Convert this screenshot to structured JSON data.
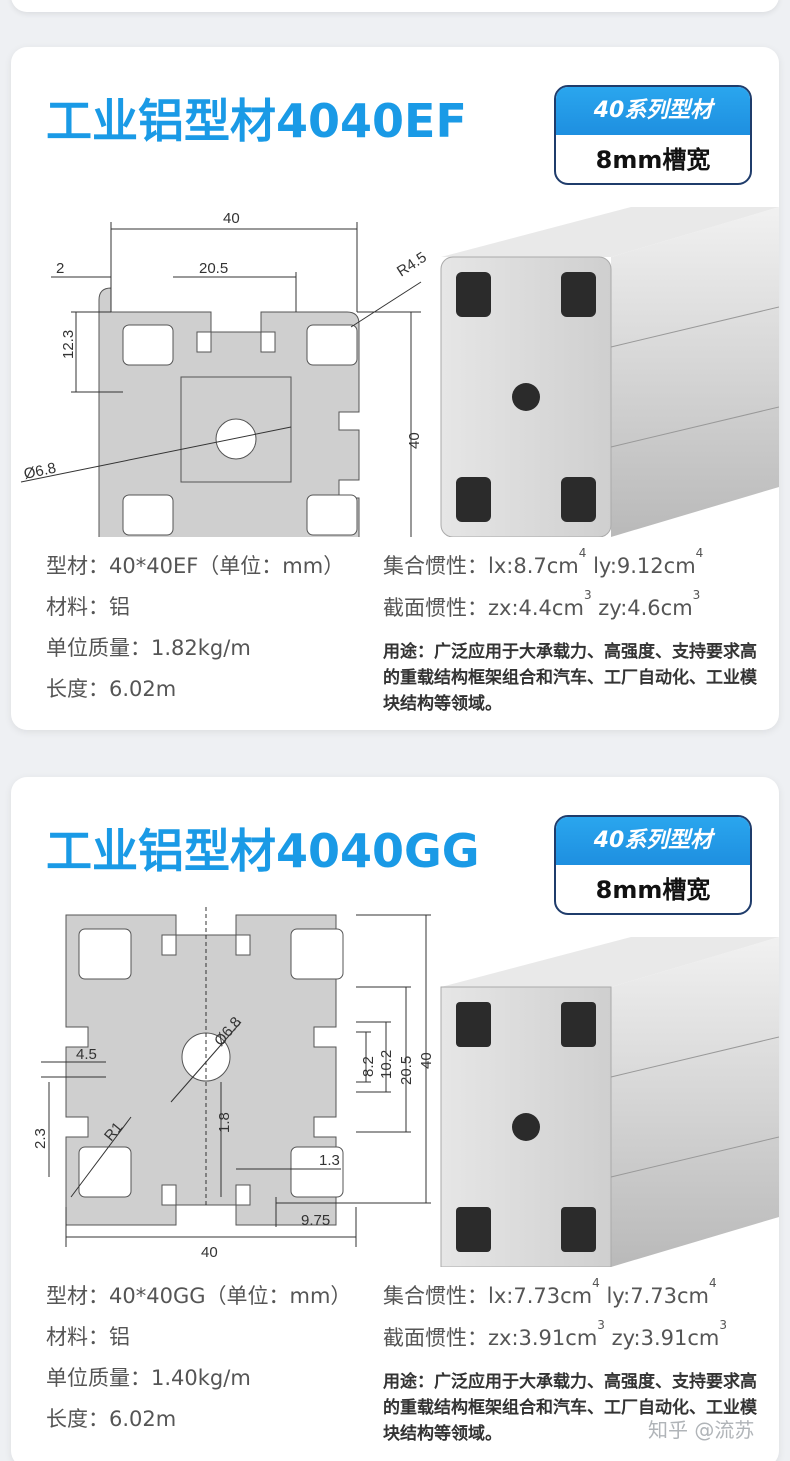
{
  "cards": [
    {
      "title": "工业铝型材4040EF",
      "badge_top": "40系列型材",
      "badge_bottom": "8mm槽宽",
      "specs": {
        "model_label": "型材：",
        "model_value": "40*40EF（单位：mm）",
        "material_label": "材料：",
        "material_value": "铝",
        "mass_label": "单位质量：",
        "mass_value": "1.82kg/m",
        "length_label": "长度：",
        "length_value": "6.02m",
        "inertia_label": "集合惯性：",
        "ix": "lx:8.7cm",
        "iy": "ly:9.12cm",
        "inertia_exp": "4",
        "section_label": "截面惯性：",
        "zx": "zx:4.4cm",
        "zy": "zy:4.6cm",
        "section_exp": "3",
        "usage": "用途：广泛应用于大承载力、高强度、支持要求高的重载结构框架组合和汽车、工厂自动化、工业模块结构等领域。"
      },
      "dims": {
        "width_top": "40",
        "left_gap": "2",
        "inner": "20.5",
        "radius": "R4.5",
        "h1": "12.3",
        "hole": "Ø6.8",
        "height": "40"
      }
    },
    {
      "title": "工业铝型材4040GG",
      "badge_top": "40系列型材",
      "badge_bottom": "8mm槽宽",
      "specs": {
        "model_label": "型材：",
        "model_value": "40*40GG（单位：mm）",
        "material_label": "材料：",
        "material_value": "铝",
        "mass_label": "单位质量：",
        "mass_value": "1.40kg/m",
        "length_label": "长度：",
        "length_value": "6.02m",
        "inertia_label": "集合惯性：",
        "ix": "lx:7.73cm",
        "iy": "ly:7.73cm",
        "inertia_exp": "4",
        "section_label": "截面惯性：",
        "zx": "zx:3.91cm",
        "zy": "zy:3.91cm",
        "section_exp": "3",
        "usage": "用途：广泛应用于大承载力、高强度、支持要求高的重载结构框架组合和汽车、工厂自动化、工业模块结构等领域。"
      },
      "dims": {
        "hole": "Ø6.8",
        "d1": "8.2",
        "d2": "10.2",
        "d3": "20.5",
        "height": "40",
        "d4": "4.5",
        "d5": "2.3",
        "radius": "R1",
        "d6": "1.8",
        "d7": "1.3",
        "d8": "9.75",
        "width": "40"
      }
    }
  ],
  "watermark": "知乎 @流苏",
  "colors": {
    "title": "#1a9ae6",
    "badge_border": "#1f3c6b",
    "profile_fill": "#c9c9c9"
  }
}
